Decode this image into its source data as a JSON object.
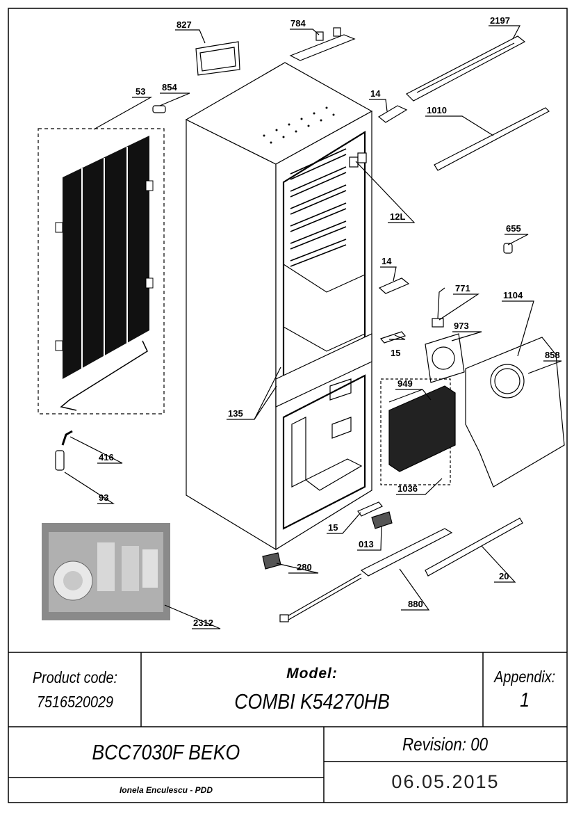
{
  "parts": {
    "p827": "827",
    "p784": "784",
    "p2197": "2197",
    "p53": "53",
    "p854": "854",
    "p14a": "14",
    "p1010": "1010",
    "p12L": "12L",
    "p655": "655",
    "p14b": "14",
    "p771": "771",
    "p1104": "1104",
    "p973": "973",
    "p15a": "15",
    "p858": "858",
    "p949": "949",
    "p135": "135",
    "p416": "416",
    "p93": "93",
    "p1036": "1036",
    "p15b": "15",
    "p013": "013",
    "p280": "280",
    "p20": "20",
    "p880": "880",
    "p2312": "2312"
  },
  "title_block": {
    "product_code_label": "Product code:",
    "product_code": "7516520029",
    "model_label": "Model:",
    "model": "COMBI K54270HB",
    "appendix_label": "Appendix:",
    "appendix": "1",
    "code": "BCC7030F BEKO",
    "revision": "Revision: 00",
    "author": "Ionela Enculescu - PDD",
    "date": "06.05.2015"
  },
  "colors": {
    "line": "#000000",
    "bag": "#8a8a8a",
    "background": "#ffffff"
  }
}
